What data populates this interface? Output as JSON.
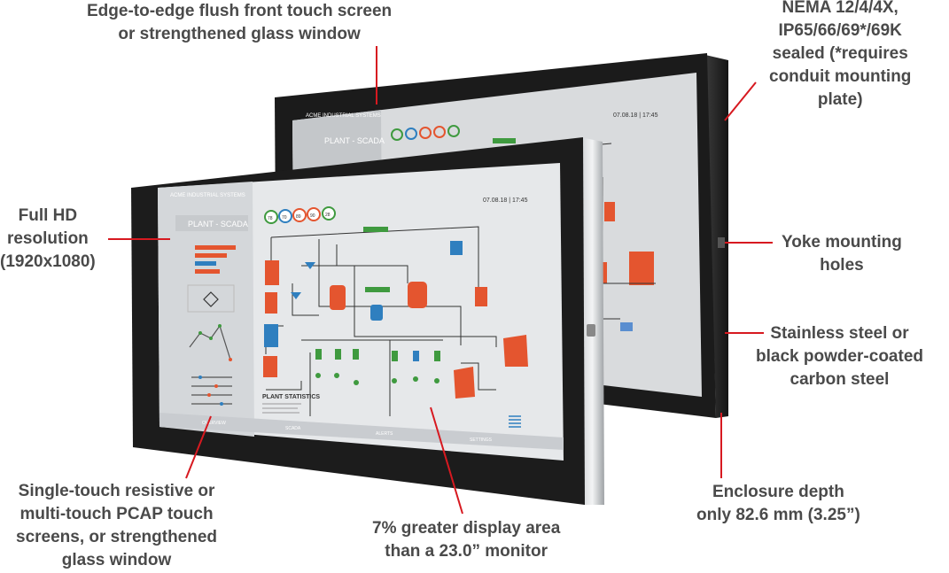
{
  "callouts": {
    "front_screen": [
      "Edge-to-edge flush front touch screen",
      "or strengthened glass window"
    ],
    "nema": [
      "NEMA 12/4/4X,",
      "IP65/66/69*/69K",
      "sealed (*requires",
      "conduit mounting",
      "plate)"
    ],
    "resolution": [
      "Full HD",
      "resolution",
      "(1920x1080)"
    ],
    "yoke": [
      "Yoke mounting",
      "holes"
    ],
    "steel": [
      "Stainless steel or",
      "black powder-coated",
      "carbon steel"
    ],
    "depth": [
      "Enclosure depth",
      "only 82.6 mm (3.25”)"
    ],
    "touch": [
      "Single-touch resistive or",
      "multi-touch PCAP touch",
      "screens, or strengthened",
      "glass window"
    ],
    "area": [
      "7% greater display area",
      "than a 23.0” monitor"
    ]
  },
  "screen": {
    "brand": "ACME INDUSTRIAL SYSTEMS",
    "panel_title": "PLANT - SCADA",
    "datetime": "07.08.18  |  17:45",
    "stats_title": "PLANT STATISTICS",
    "gauges": [
      "78",
      "70",
      "89",
      "90",
      "28"
    ],
    "bottom_tabs": [
      "OVERVIEW",
      "SCADA",
      "ALERTS",
      "SETTINGS"
    ]
  },
  "colors": {
    "leader": "#d71920",
    "text": "#4a4a4a",
    "bezel": "#1c1c1c",
    "tank_red": "#e4552f",
    "tank_blue": "#2f7fbf",
    "pipe_green": "#3f9a3f"
  }
}
